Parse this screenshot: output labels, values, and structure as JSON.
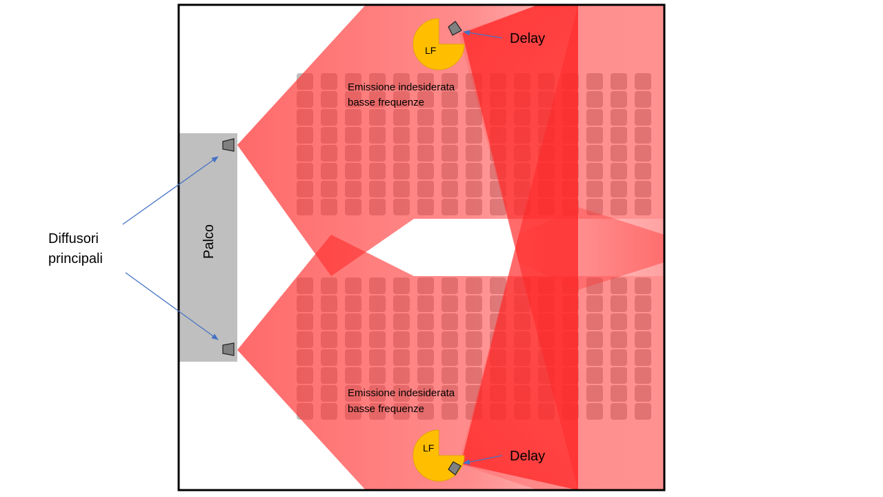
{
  "stage_label": "Palco",
  "main_speakers_label": [
    "Diffusori",
    "principali"
  ],
  "delay_top_label": "Delay",
  "delay_bottom_label": "Delay",
  "lf_top_label": "LF",
  "lf_bottom_label": "LF",
  "note_top": [
    "Emissione indesiderata",
    "basse frequenze"
  ],
  "note_bottom": [
    "Emissione indesiderata",
    "basse frequenze"
  ],
  "colors": {
    "coverage": "#ff2b2b",
    "stage": "#bfbfbf",
    "seats": "#7f7f7f",
    "lf": "#ffbf00",
    "arrow": "#4472c4",
    "room_outline": "#000000"
  },
  "seating": {
    "columns": 15,
    "rows_per_block": 8,
    "blocks": 2
  }
}
